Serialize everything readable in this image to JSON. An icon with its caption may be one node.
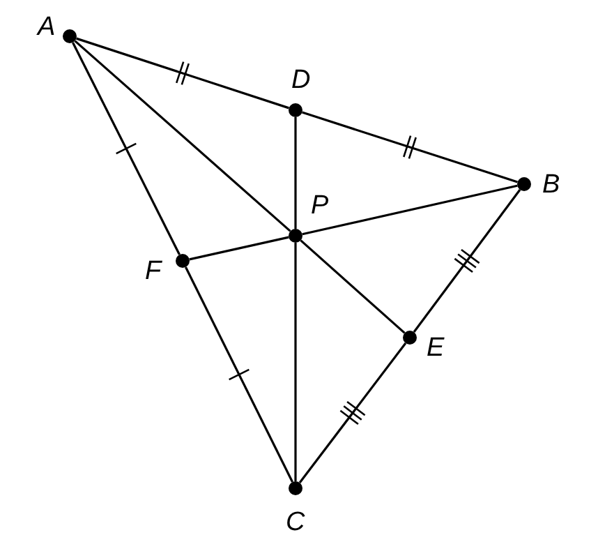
{
  "diagram": {
    "nodes": [
      {
        "text": [
          "A"
        ]
      },
      {
        "text": [
          "D"
        ]
      },
      {
        "text": [
          "B"
        ]
      },
      {
        "text": [
          "P"
        ]
      },
      {
        "text": [
          "F"
        ]
      },
      {
        "text": [
          "E"
        ]
      },
      {
        "text": [
          "C"
        ]
      }
    ],
    "edges": [
      {
        "from": 0,
        "to": 1,
        "arrow": "none"
      },
      {
        "from": 1,
        "to": 2,
        "arrow": "none"
      },
      {
        "from": 0,
        "to": 4,
        "arrow": "none"
      },
      {
        "from": 4,
        "to": 6,
        "arrow": "none"
      },
      {
        "from": 2,
        "to": 5,
        "arrow": "none"
      },
      {
        "from": 5,
        "to": 6,
        "arrow": "none"
      },
      {
        "from": 0,
        "to": 3,
        "arrow": "none"
      },
      {
        "from": 3,
        "to": 5,
        "arrow": "none"
      },
      {
        "from": 1,
        "to": 3,
        "arrow": "none"
      },
      {
        "from": 3,
        "to": 6,
        "arrow": "none"
      },
      {
        "from": 4,
        "to": 3,
        "arrow": "none"
      },
      {
        "from": 3,
        "to": 2,
        "arrow": "none"
      }
    ]
  }
}
